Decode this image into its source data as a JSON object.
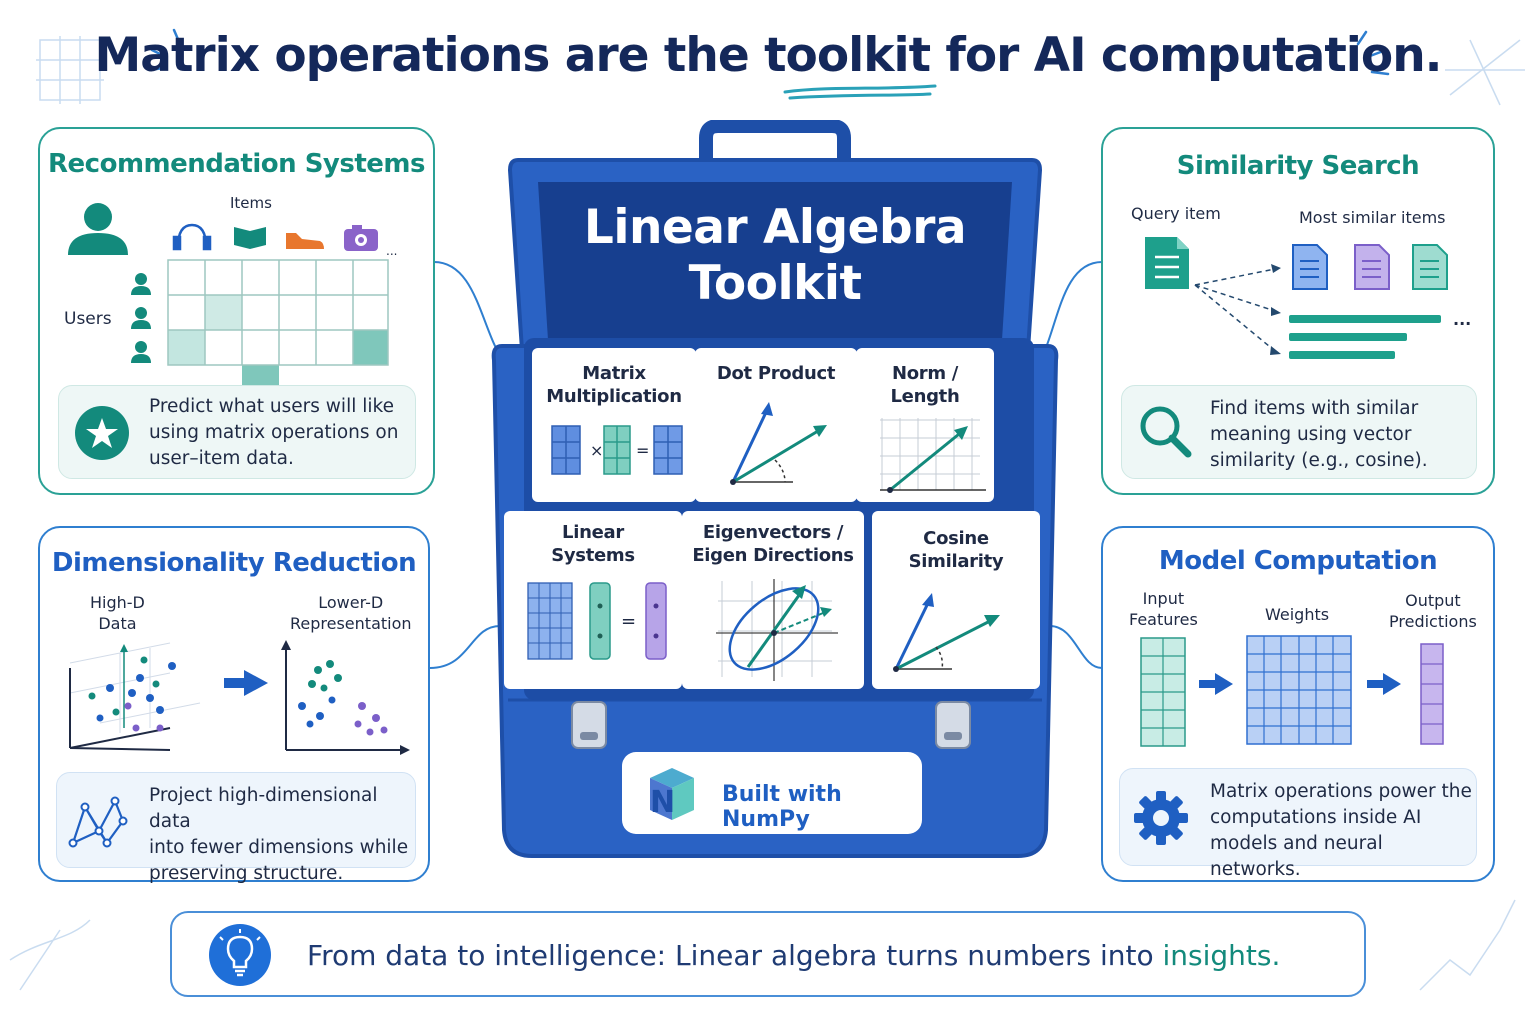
{
  "title": {
    "before": "Matrix operations are the ",
    "highlight": "toolkit",
    "after": " for AI computation."
  },
  "toolkit": {
    "title_line1": "Linear Algebra",
    "title_line2": "Toolkit",
    "cells": [
      {
        "line1": "Matrix",
        "line2": "Multiplication"
      },
      {
        "line1": "Dot Product",
        "line2": ""
      },
      {
        "line1": "Norm /",
        "line2": "Length"
      },
      {
        "line1": "Linear",
        "line2": "Systems"
      },
      {
        "line1": "Eigenvectors /",
        "line2": "Eigen Directions"
      },
      {
        "line1": "Cosine",
        "line2": "Similarity"
      }
    ],
    "badge": "Built with NumPy",
    "badge_logo": "numpy-logo"
  },
  "panels": {
    "recommendation": {
      "title": "Recommendation Systems",
      "items_label": "Items",
      "users_label": "Users",
      "item_icons": [
        "headphones-icon",
        "book-icon",
        "shoe-icon",
        "camera-icon"
      ],
      "more": "...",
      "info": [
        "Predict what users will like",
        "using matrix operations on",
        "user–item data."
      ],
      "info_icon": "star-icon"
    },
    "similarity": {
      "title": "Similarity Search",
      "query_label": "Query item",
      "similar_label": "Most similar items",
      "more": "...",
      "info": [
        "Find items with similar",
        "meaning using vector",
        "similarity (e.g., cosine)."
      ],
      "info_icon": "magnifier-icon"
    },
    "dimensionality": {
      "title": "Dimensionality Reduction",
      "high_label": [
        "High-D",
        "Data"
      ],
      "low_label": [
        "Lower-D",
        "Representation"
      ],
      "info": [
        "Project high-dimensional data",
        "into fewer dimensions while",
        "preserving structure."
      ],
      "info_icon": "network-icon"
    },
    "model": {
      "title": "Model Computation",
      "input_label": [
        "Input",
        "Features"
      ],
      "weights_label": "Weights",
      "output_label": [
        "Output",
        "Predictions"
      ],
      "info": [
        "Matrix operations power the",
        "computations inside AI",
        "models and neural networks."
      ],
      "info_icon": "gear-icon"
    }
  },
  "footer": {
    "text": "From data to intelligence: Linear  algebra turns numbers into ",
    "highlight": "insights.",
    "icon": "lightbulb-icon"
  },
  "colors": {
    "navy": "#14285a",
    "teal": "#138a7c",
    "blue": "#1f5fc2",
    "toolbox": "#2a62c4",
    "purple": "#7b5fc9"
  }
}
